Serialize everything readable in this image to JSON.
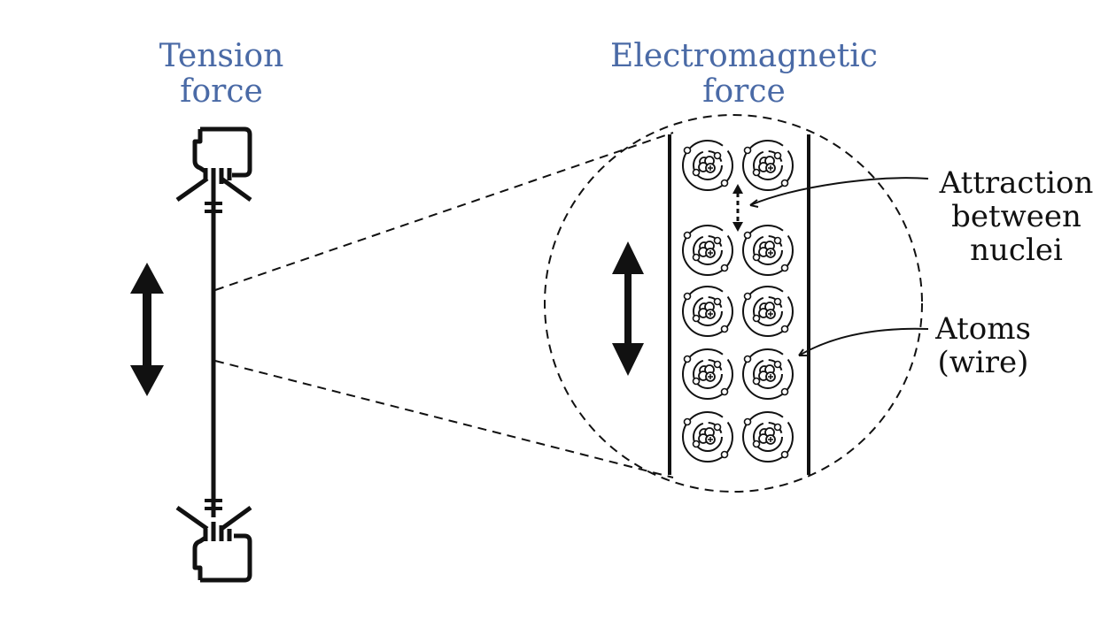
{
  "titles": {
    "tension": [
      "Tension",
      "force"
    ],
    "electromagnetic": [
      "Electromagnetic",
      "force"
    ]
  },
  "callouts": {
    "attraction": [
      "Attraction",
      "between",
      "nuclei"
    ],
    "atoms": [
      "Atoms",
      "(wire)"
    ]
  },
  "icons": {
    "hand_top": "hand-pulling-icon",
    "hand_bottom": "hand-pulling-icon",
    "arrow_left": "double-arrow-vertical-icon",
    "arrow_zoom": "double-arrow-vertical-icon",
    "atom": "atom-icon"
  },
  "atom_grid": {
    "rows": 5,
    "columns": 2
  },
  "colors": {
    "title": "#4a6aa6",
    "ink": "#111111"
  }
}
